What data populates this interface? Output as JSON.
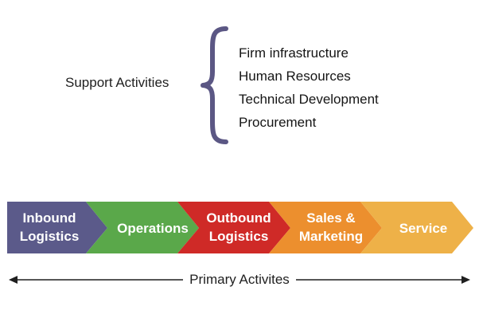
{
  "support": {
    "label": "Support Activities",
    "items": [
      "Firm infrastructure",
      "Human Resources",
      "Technical Development",
      "Procurement"
    ],
    "brace_color": "#5b5784"
  },
  "primary": {
    "label": "Primary Activites",
    "stages": [
      {
        "lines": [
          "Inbound",
          "Logistics"
        ],
        "color": "#5b5a8a"
      },
      {
        "lines": [
          "Operations"
        ],
        "color": "#5aa84a"
      },
      {
        "lines": [
          "Outbound",
          "Logistics"
        ],
        "color": "#cf2a27"
      },
      {
        "lines": [
          "Sales &",
          "Marketing"
        ],
        "color": "#ec8f2e"
      },
      {
        "lines": [
          "Service"
        ],
        "color": "#eeb148"
      }
    ]
  }
}
